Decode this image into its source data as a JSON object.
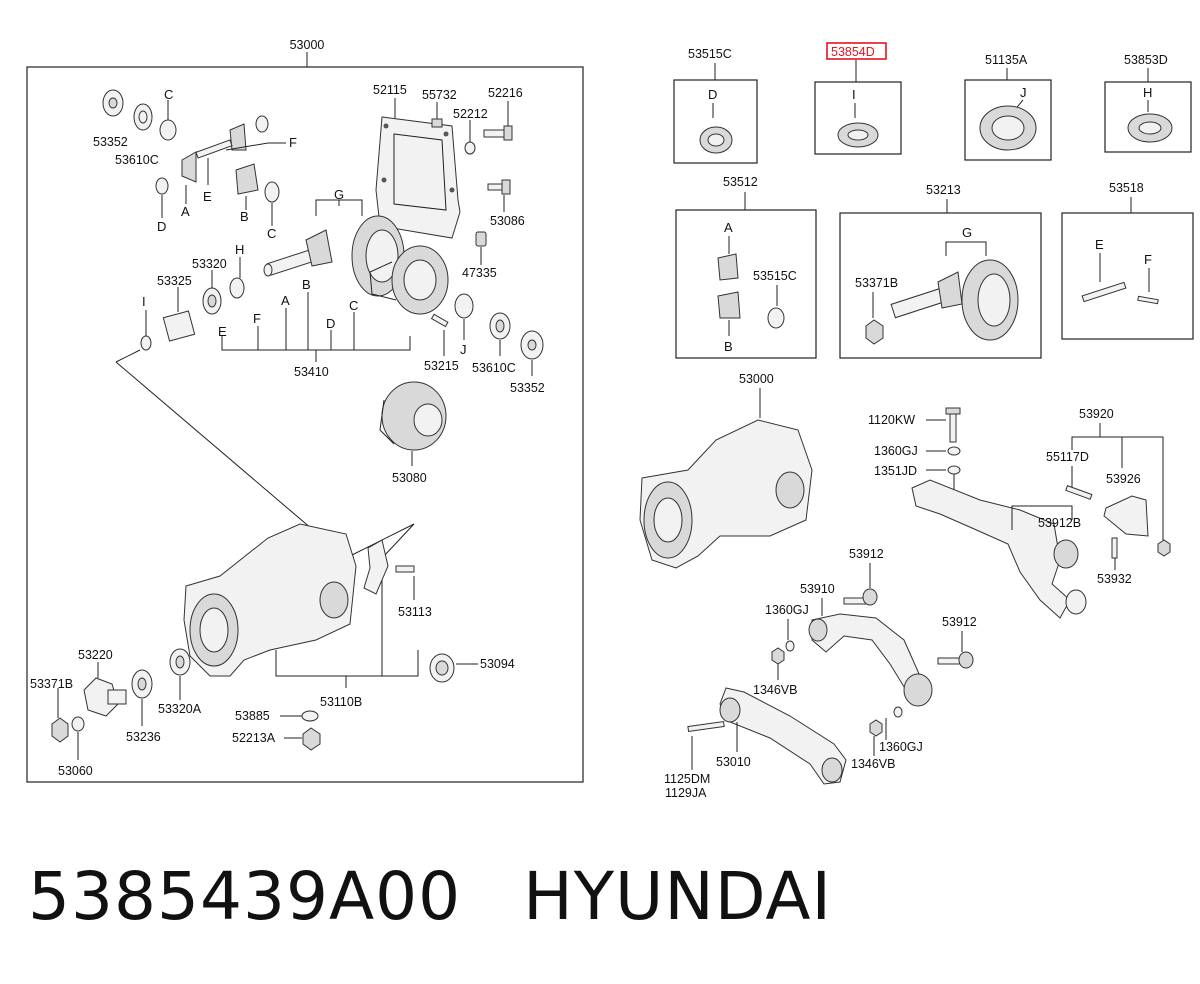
{
  "diagram": {
    "main_assembly": "53000",
    "main_parts": [
      "53352",
      "53610C",
      "C",
      "D",
      "A",
      "E",
      "F",
      "B",
      "C",
      "52115",
      "55732",
      "52212",
      "52216",
      "53086",
      "G",
      "47335",
      "H",
      "53320",
      "53325",
      "I",
      "E",
      "F",
      "A",
      "B",
      "D",
      "C",
      "53410",
      "53215",
      "J",
      "53610C",
      "53352",
      "53080",
      "53113",
      "53094",
      "53110B",
      "53220",
      "53371B",
      "53236",
      "53320A",
      "53885",
      "52213A",
      "53060"
    ],
    "kit_boxes": [
      {
        "label": "53515C",
        "letter": "D"
      },
      {
        "label": "53854D",
        "letter": "I",
        "highlighted": true
      },
      {
        "label": "51135A",
        "letter": "J"
      },
      {
        "label": "53853D",
        "letter": "H"
      },
      {
        "label": "53512",
        "letters": [
          "A",
          "B"
        ],
        "extra": "53515C"
      },
      {
        "label": "53213",
        "letter": "G",
        "extra": "53371B"
      },
      {
        "label": "53518",
        "letters": [
          "E",
          "F"
        ]
      }
    ],
    "mount_parts": [
      "53000",
      "1120KW",
      "1360GJ",
      "1351JD",
      "53920",
      "55117D",
      "53926",
      "53912B",
      "53932",
      "53912",
      "53910",
      "1360GJ",
      "53912",
      "1346VB",
      "1360GJ",
      "1346VB",
      "53010",
      "1125DM",
      "1129JA"
    ],
    "highlight_color": "#e0141e"
  },
  "footer": {
    "part_number": "5385439A00",
    "brand": "HYUNDAI"
  }
}
